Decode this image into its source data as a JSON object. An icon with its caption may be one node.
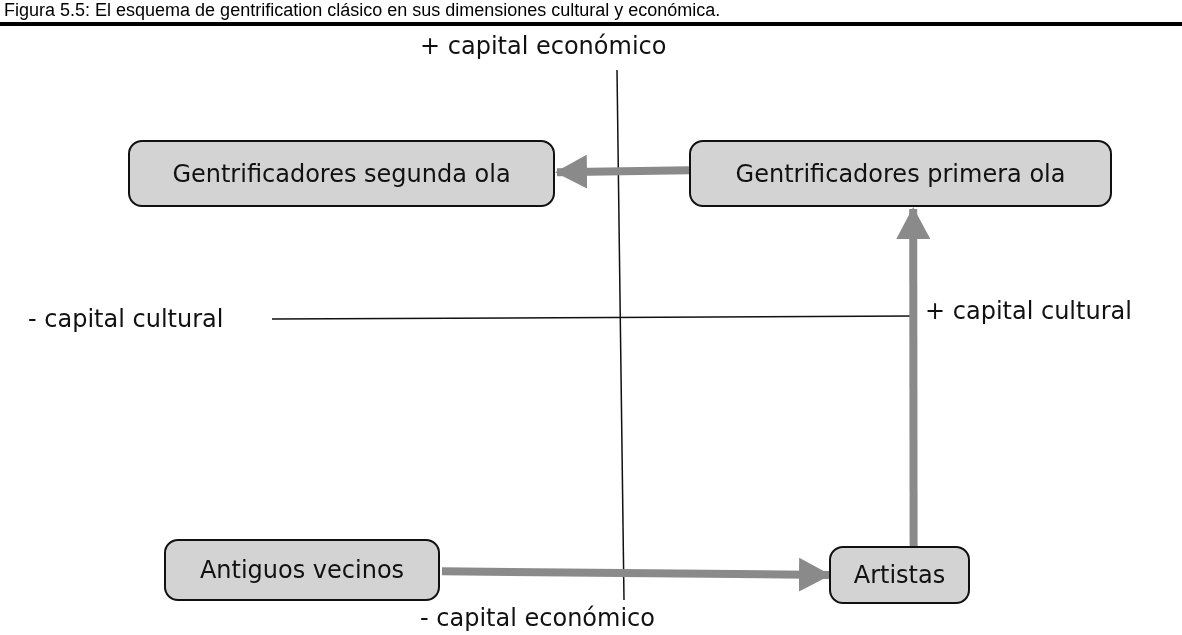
{
  "diagram": {
    "title": "Figura 5.5: El esquema de gentrification clásico en sus dimensiones cultural y económica.",
    "nodes": [
      {
        "text": [
          "Gentrificadores segunda ola"
        ]
      },
      {
        "text": [
          "Gentrificadores primera ola"
        ]
      },
      {
        "text": [
          "Antiguos vecinos"
        ]
      },
      {
        "text": [
          "Artistas"
        ]
      }
    ],
    "edges": [
      {
        "from": 1,
        "to": 0,
        "arrow": "to"
      },
      {
        "from": 2,
        "to": 3,
        "arrow": "to"
      },
      {
        "from": 3,
        "to": 1,
        "arrow": "to"
      }
    ],
    "labels": [
      "+ capital económico",
      "- capital cultural",
      "+ capital cultural",
      "- capital económico"
    ]
  }
}
